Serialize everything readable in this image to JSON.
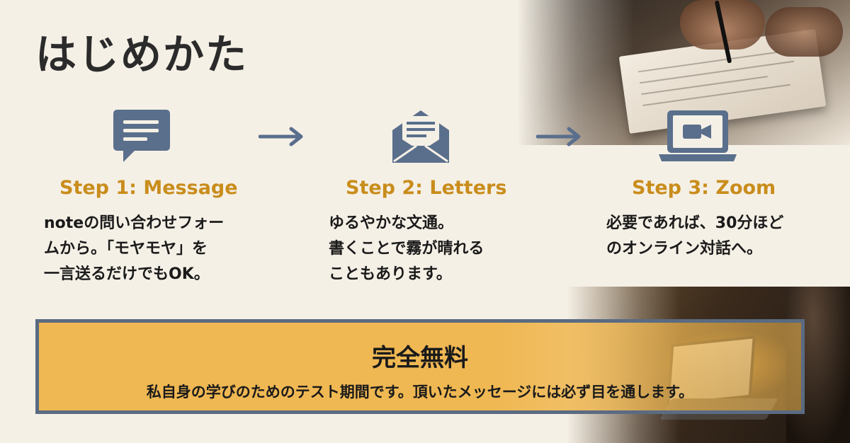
{
  "title": "はじめかた",
  "colors": {
    "background": "#f5f0e6",
    "icon": "#5a6f8c",
    "step_title": "#c98d1c",
    "banner_fill": "#f0b853",
    "banner_border": "#5a6b82"
  },
  "steps": [
    {
      "icon": "chat-bubble-icon",
      "title": "Step 1: Message",
      "lines": [
        "noteの問い合わせフォー",
        "ムから。「モヤモヤ」を",
        "一言送るだけでもOK。"
      ]
    },
    {
      "icon": "open-envelope-icon",
      "title": "Step 2: Letters",
      "lines": [
        "ゆるやかな文通。",
        "書くことで霧が晴れる",
        "こともあります。"
      ]
    },
    {
      "icon": "laptop-video-icon",
      "title": "Step 3: Zoom",
      "lines": [
        "必要であれば、30分ほど",
        "のオンライン対話へ。"
      ]
    }
  ],
  "arrows": [
    "arrow-right-icon",
    "arrow-right-icon"
  ],
  "banner": {
    "title": "完全無料",
    "description": "私自身の学びのためのテスト期間です。頂いたメッセージには必ず目を通します。"
  }
}
